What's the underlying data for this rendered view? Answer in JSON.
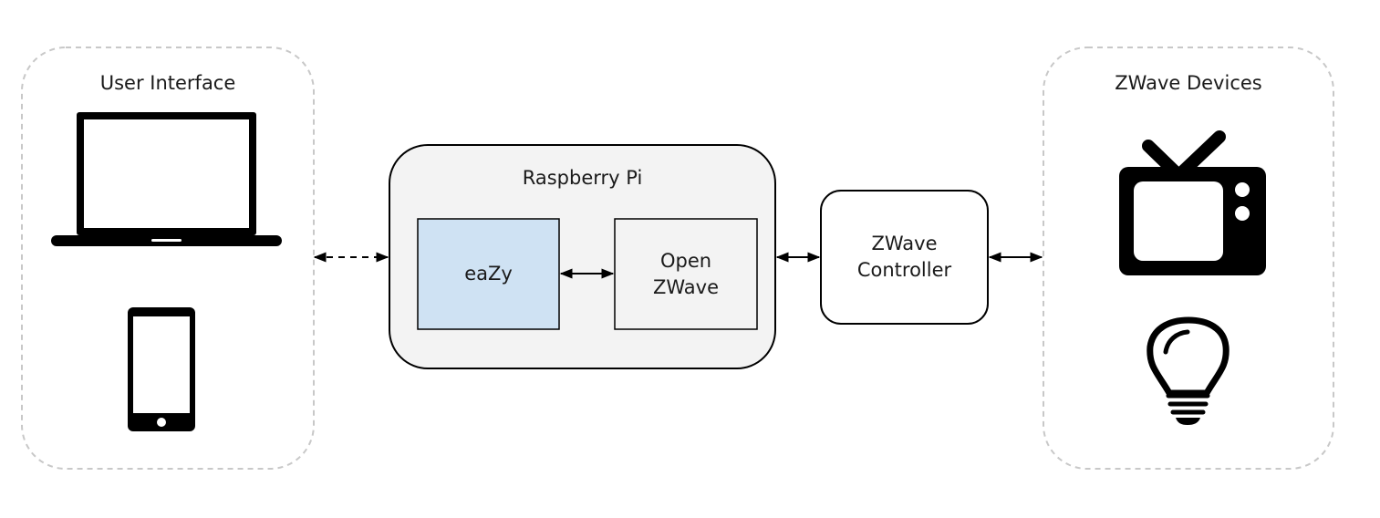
{
  "groups": {
    "user_interface": {
      "title": "User Interface",
      "icons": [
        "laptop-icon",
        "smartphone-icon"
      ]
    },
    "raspberry_pi": {
      "title": "Raspberry Pi"
    },
    "zwave_devices": {
      "title": "ZWave Devices",
      "icons": [
        "tv-icon",
        "light-bulb-icon"
      ]
    }
  },
  "nodes": {
    "eazy": {
      "label": "eaZy"
    },
    "open_zwave": {
      "line1": "Open",
      "line2": "ZWave"
    },
    "zwave_controller": {
      "line1": "ZWave",
      "line2": "Controller"
    }
  },
  "connections": [
    {
      "from": "User Interface",
      "to": "Raspberry Pi",
      "style": "dashed",
      "direction": "bidirectional"
    },
    {
      "from": "eaZy",
      "to": "Open ZWave",
      "style": "solid",
      "direction": "bidirectional"
    },
    {
      "from": "Raspberry Pi",
      "to": "ZWave Controller",
      "style": "solid",
      "direction": "bidirectional"
    },
    {
      "from": "ZWave Controller",
      "to": "ZWave Devices",
      "style": "solid",
      "direction": "bidirectional"
    }
  ],
  "colors": {
    "group_border": "#c8c8c8",
    "pi_fill": "#f3f3f3",
    "eazy_fill": "#cfe2f3",
    "open_zwave_fill": "#f3f3f3",
    "stroke": "#000000"
  }
}
